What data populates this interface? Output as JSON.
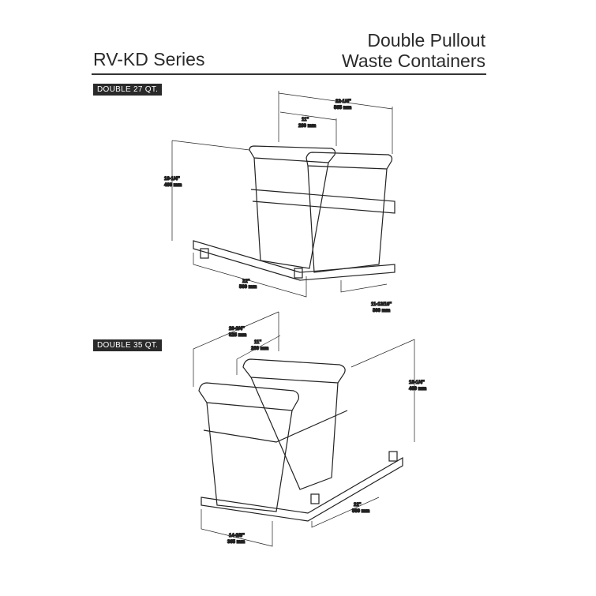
{
  "header": {
    "series": "RV-KD Series",
    "title_line1": "Double Pullout",
    "title_line2": "Waste Containers"
  },
  "diagrams": [
    {
      "label": "DOUBLE 27 QT.",
      "dims": {
        "overall_width": "22-1/4\"",
        "overall_width_mm": "565 mm",
        "bin_width": "11\"",
        "bin_width_mm": "280 mm",
        "height": "18-1/4\"",
        "height_mm": "460 mm",
        "depth": "22\"",
        "depth_mm": "560 mm",
        "rear": "11-13/16\"",
        "rear_mm": "300 mm"
      }
    },
    {
      "label": "DOUBLE 35 QT.",
      "dims": {
        "overall_width": "20-3/4\"",
        "overall_width_mm": "525 mm",
        "bin_width": "11\"",
        "bin_width_mm": "280 mm",
        "height": "18-1/4\"",
        "height_mm": "460 mm",
        "depth": "22\"",
        "depth_mm": "560 mm",
        "front": "14-3/8\"",
        "front_mm": "365 mm"
      }
    }
  ]
}
